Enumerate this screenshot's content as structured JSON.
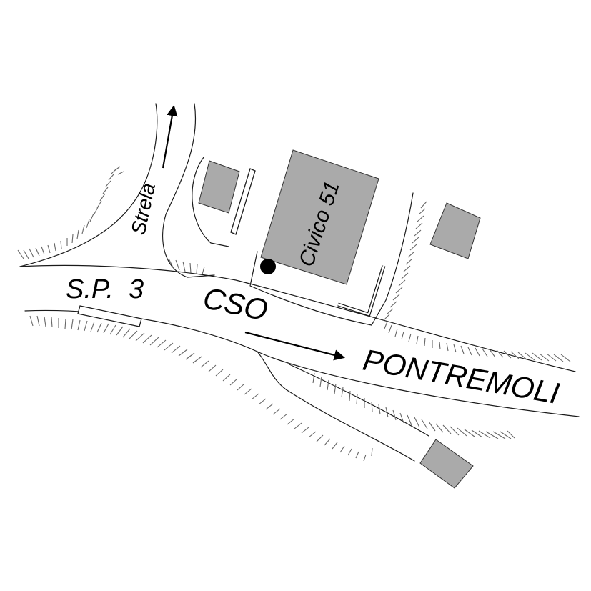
{
  "map": {
    "labels": {
      "strela": "Strela",
      "sp3": "S.P.  3",
      "cso": "CSO",
      "pontremoli": "PONTREMOLI",
      "civico": "Civico 51"
    },
    "colors": {
      "background": "#ffffff",
      "building_fill": "#aaaaaa",
      "line": "#1a1a1a",
      "embankment": "#666666",
      "marker": "#000000"
    },
    "markers": [
      "location-dot",
      "direction-arrow-north",
      "direction-arrow-east"
    ]
  }
}
